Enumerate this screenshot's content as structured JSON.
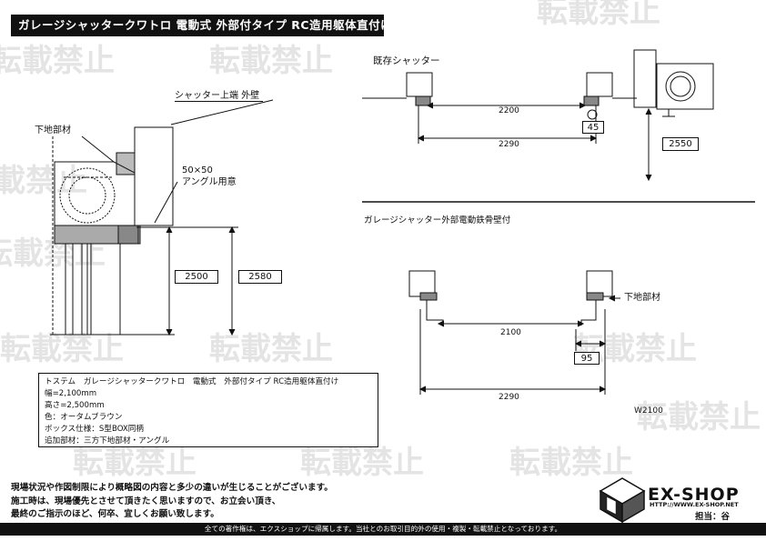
{
  "title": "ガレージシャッタークワトロ 電動式 外部付タイプ RC造用躯体直付け",
  "watermark_text": "転載禁止",
  "left_view": {
    "label_shutter_top": "シャッター上端 外壁",
    "label_base_material": "下地部材",
    "label_angle_line1": "50×50",
    "label_angle_line2": "アングル用意",
    "dim_2500": "2500",
    "dim_2580": "2580"
  },
  "top_right_view": {
    "label_existing": "既存シャッター",
    "dim_2200": "2200",
    "dim_45": "45",
    "dim_2290": "2290",
    "dim_2550": "2550"
  },
  "bottom_right_view": {
    "heading": "ガレージシャッター外部電動鉄骨壁付",
    "label_base_material": "下地部材",
    "dim_2100": "2100",
    "dim_95": "95",
    "dim_2290": "2290",
    "sheet_no": "W2100"
  },
  "spec": {
    "line1": "トステム　ガレージシャッタークワトロ　電動式　外部付タイプ RC造用躯体直付け",
    "line2": "幅=2,100mm",
    "line3": "高さ=2,500mm",
    "line4": "色：オータムブラウン",
    "line5": "ボックス仕様：S型BOX同柄",
    "line6": "追加部材：三方下地部材・アングル"
  },
  "notes": {
    "line1": "現場状況や作図制限により概略図の内容と多少の違いが生じることがございます。",
    "line2": "施工時は、現場優先とさせて頂きたく思いますので、お立会い頂き、",
    "line3": "最終のご指示のほど、何卒、宜しくお願い致します。"
  },
  "logo": {
    "name": "EX-SHOP",
    "url": "HTTP://WWW.EX-SHOP.NET",
    "staff": "担当：谷"
  },
  "footer": "全ての著作権は、エクスショップに帰属します。当社とのお取引目的外の使用・複製・転載禁止となっております。"
}
